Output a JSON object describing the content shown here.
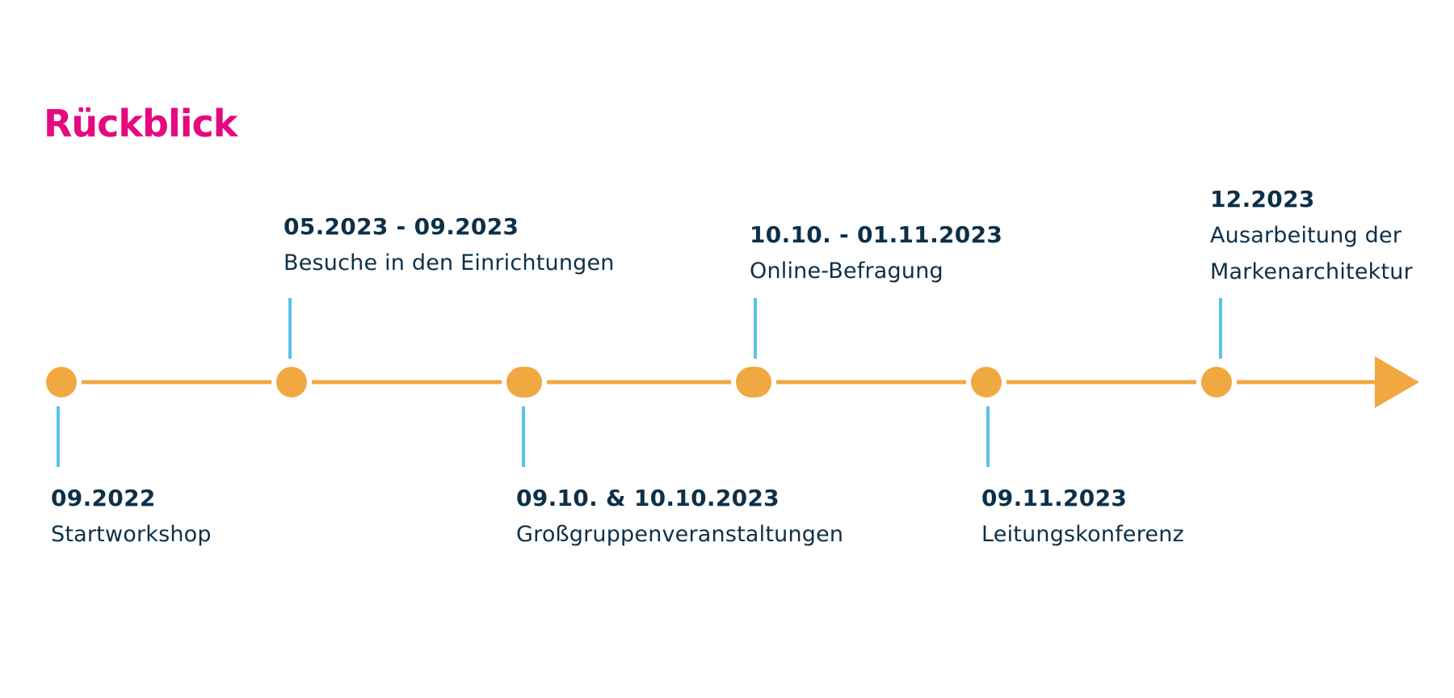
{
  "title": "Rückblick",
  "colors": {
    "title": "#e5097f",
    "timeline": "#f0a841",
    "connector": "#5bc2e7",
    "text": "#0d3049"
  },
  "events": [
    {
      "date": "09.2022",
      "lines": [
        "Startworkshop"
      ],
      "side": "below"
    },
    {
      "date": "05.2023 - 09.2023",
      "lines": [
        "Besuche in den Einrichtungen"
      ],
      "side": "above"
    },
    {
      "date": "09.10. & 10.10.2023",
      "lines": [
        "Großgruppenveranstaltungen"
      ],
      "side": "below"
    },
    {
      "date": "10.10. - 01.11.2023",
      "lines": [
        "Online-Befragung"
      ],
      "side": "above"
    },
    {
      "date": "09.11.2023",
      "lines": [
        "Leitungskonferenz"
      ],
      "side": "below"
    },
    {
      "date": "12.2023",
      "lines": [
        "Ausarbeitung der",
        "Markenarchitektur"
      ],
      "side": "above"
    }
  ],
  "end_marker": "arrow-icon"
}
